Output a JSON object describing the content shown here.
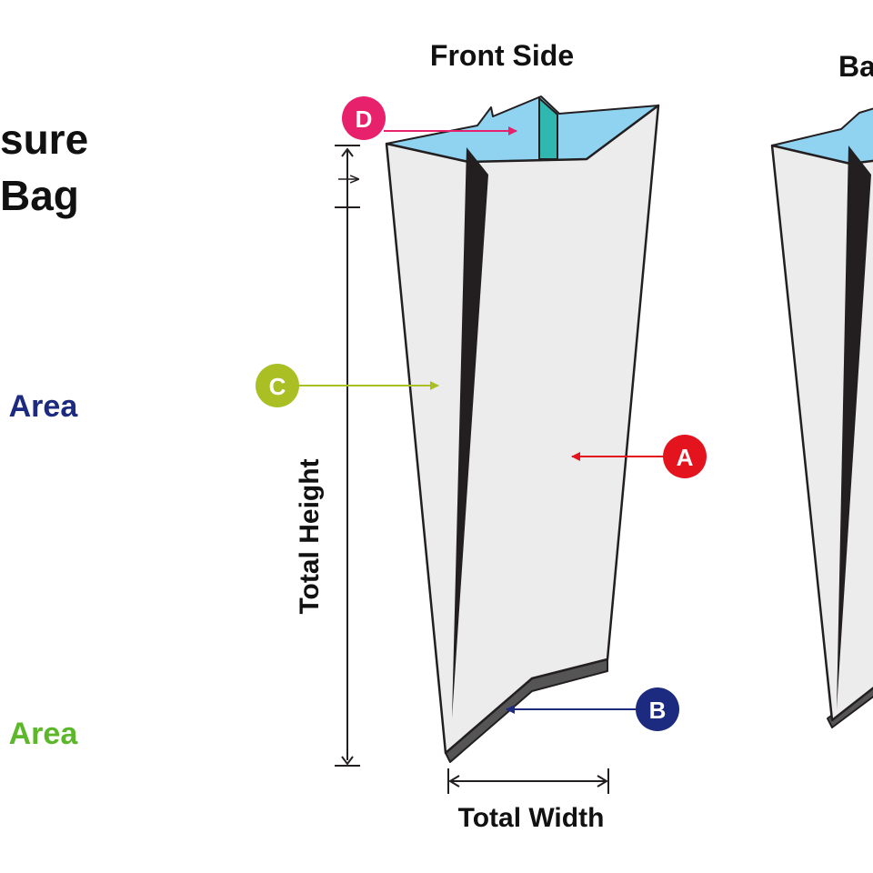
{
  "heading": {
    "line1": "sure",
    "line2": "Bag"
  },
  "left_labels": {
    "label1": "l Area",
    "label2": ":",
    "label3": "l Area"
  },
  "front_title": "Front Side",
  "back_title": "Ba",
  "dimensions": {
    "height_label": "Total Height",
    "width_label": "Total Width"
  },
  "markers": {
    "a": "A",
    "b": "B",
    "c": "C",
    "d": "D"
  },
  "colors": {
    "marker_a": "#e3141e",
    "marker_b": "#1c2a80",
    "marker_c": "#a9bf24",
    "marker_d": "#e8216c",
    "bag_face": "#ececec",
    "bag_top": "#8fd3f0",
    "bag_seam": "#2fb7b0",
    "gusset": "#231f20",
    "bottom_seal": "#555555"
  }
}
